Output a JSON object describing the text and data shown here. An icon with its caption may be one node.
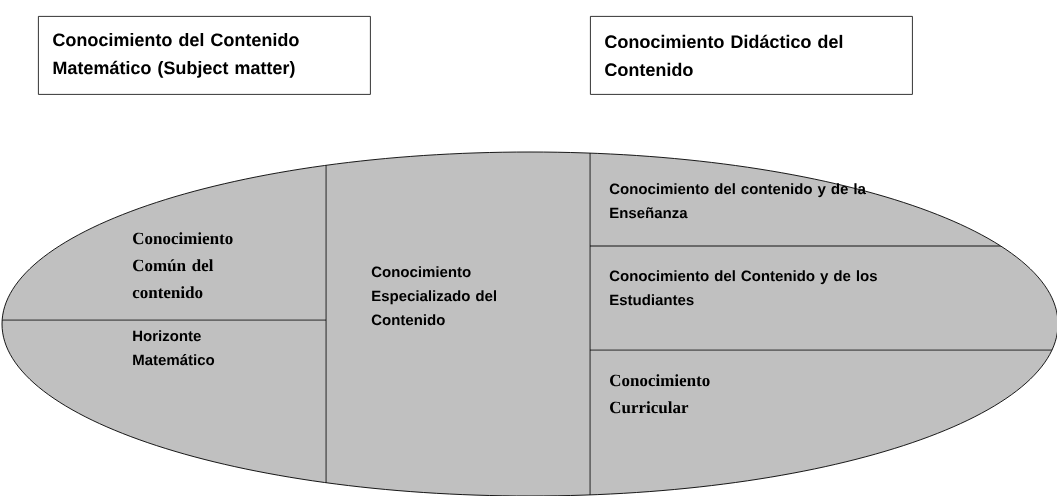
{
  "diagram": {
    "nodes": [
      {
        "text": [
          "Conocimiento del Contenido Matemático (Subject matter)"
        ]
      },
      {
        "text": [
          "Conocimiento Didáctico del Contenido"
        ]
      },
      {
        "text": [],
        "shape": "ellipse"
      },
      {
        "text": [
          "Conocimiento Común del contenido"
        ],
        "in": 2
      },
      {
        "text": [
          "Horizonte Matemático"
        ],
        "in": 2
      },
      {
        "text": [
          "Conocimiento Especializado del Contenido"
        ],
        "in": 2
      },
      {
        "text": [
          "Conocimiento del contenido y de la Enseñanza"
        ],
        "in": 2
      },
      {
        "text": [
          "Conocimiento del Contenido y de los Estudiantes"
        ],
        "in": 2
      },
      {
        "text": [
          "Conocimiento Curricular"
        ],
        "in": 2
      }
    ]
  }
}
